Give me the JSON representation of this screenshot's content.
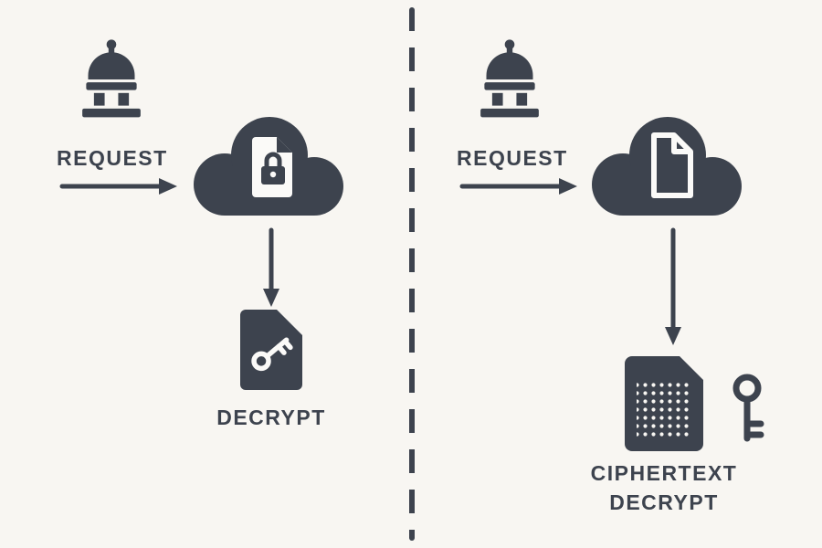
{
  "colors": {
    "ink": "#3d434e",
    "bg": "#f8f6f2",
    "paper": "#fbfaf8"
  },
  "left_panel": {
    "request_label": "REQUEST",
    "decrypt_label": "DECRYPT",
    "icons": [
      "government-building-icon",
      "arrow-right-icon",
      "cloud-icon",
      "locked-document-icon",
      "arrow-down-icon",
      "key-document-icon"
    ]
  },
  "right_panel": {
    "request_label": "REQUEST",
    "ciphertext_label": "CIPHERTEXT",
    "decrypt_label": "DECRYPT",
    "icons": [
      "government-building-icon",
      "arrow-right-icon",
      "cloud-icon",
      "document-icon",
      "arrow-down-icon",
      "ciphertext-document-icon",
      "key-icon"
    ]
  },
  "divider": {
    "style": "vertical-dashed"
  }
}
